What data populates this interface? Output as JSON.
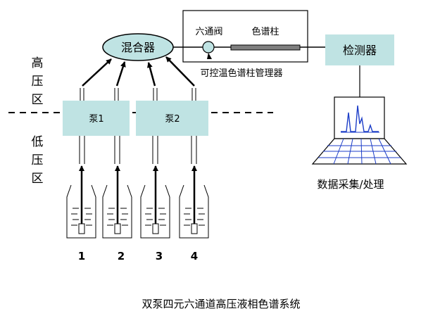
{
  "zones": {
    "high": [
      "高",
      "压",
      "区"
    ],
    "low": [
      "低",
      "压",
      "区"
    ]
  },
  "mixer": "混合器",
  "pumps": [
    "泵1",
    "泵2"
  ],
  "oven": {
    "valve_label": "六通阀",
    "column_label": "色谱柱",
    "caption": "可控温色谱柱管理器"
  },
  "detector": "检测器",
  "data_label": "数据采集/处理",
  "bottles": [
    "1",
    "2",
    "3",
    "4"
  ],
  "caption": "双泵四元六通道高压液相色谱系统",
  "colors": {
    "box_fill": "#bfe3e3",
    "column_fill": "#7f7f7f",
    "screen_grid": "#1d3ec8",
    "trace": "#1d3ec8",
    "line": "#000000"
  }
}
